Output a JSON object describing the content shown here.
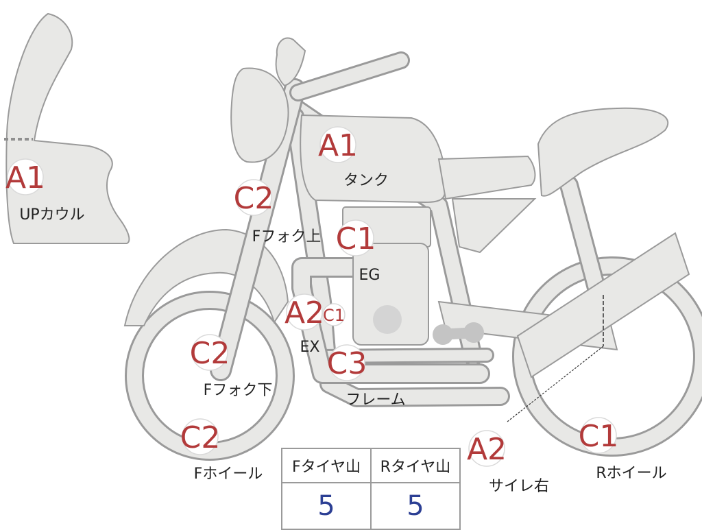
{
  "parts": [
    {
      "id": "up-cowl",
      "grade": "A1",
      "label": "UPカウル"
    },
    {
      "id": "tank",
      "grade": "A1",
      "label": "タンク"
    },
    {
      "id": "fork-upper",
      "grade": "C2",
      "label": "Fフォク上"
    },
    {
      "id": "engine",
      "grade": "C1",
      "label": "EG"
    },
    {
      "id": "exhaust",
      "grade": "A2",
      "label": "EX"
    },
    {
      "id": "exhaust-sub",
      "grade": "C1",
      "label": ""
    },
    {
      "id": "frame",
      "grade": "C3",
      "label": "フレーム"
    },
    {
      "id": "fork-lower",
      "grade": "C2",
      "label": "Fフォク下"
    },
    {
      "id": "front-wheel",
      "grade": "C2",
      "label": "Fホイール"
    },
    {
      "id": "muffler-right",
      "grade": "A2",
      "label": "サイレ右"
    },
    {
      "id": "rear-wheel",
      "grade": "C1",
      "label": "Rホイール"
    }
  ],
  "tire_tread": {
    "front_label": "Fタイヤ山",
    "rear_label": "Rタイヤ山",
    "front_value": "5",
    "rear_value": "5"
  },
  "colors": {
    "body_fill": "#e8e8e6",
    "outline": "#9a9a9a",
    "grade_text": "#b23a3a",
    "tread_value": "#2c3f94"
  }
}
